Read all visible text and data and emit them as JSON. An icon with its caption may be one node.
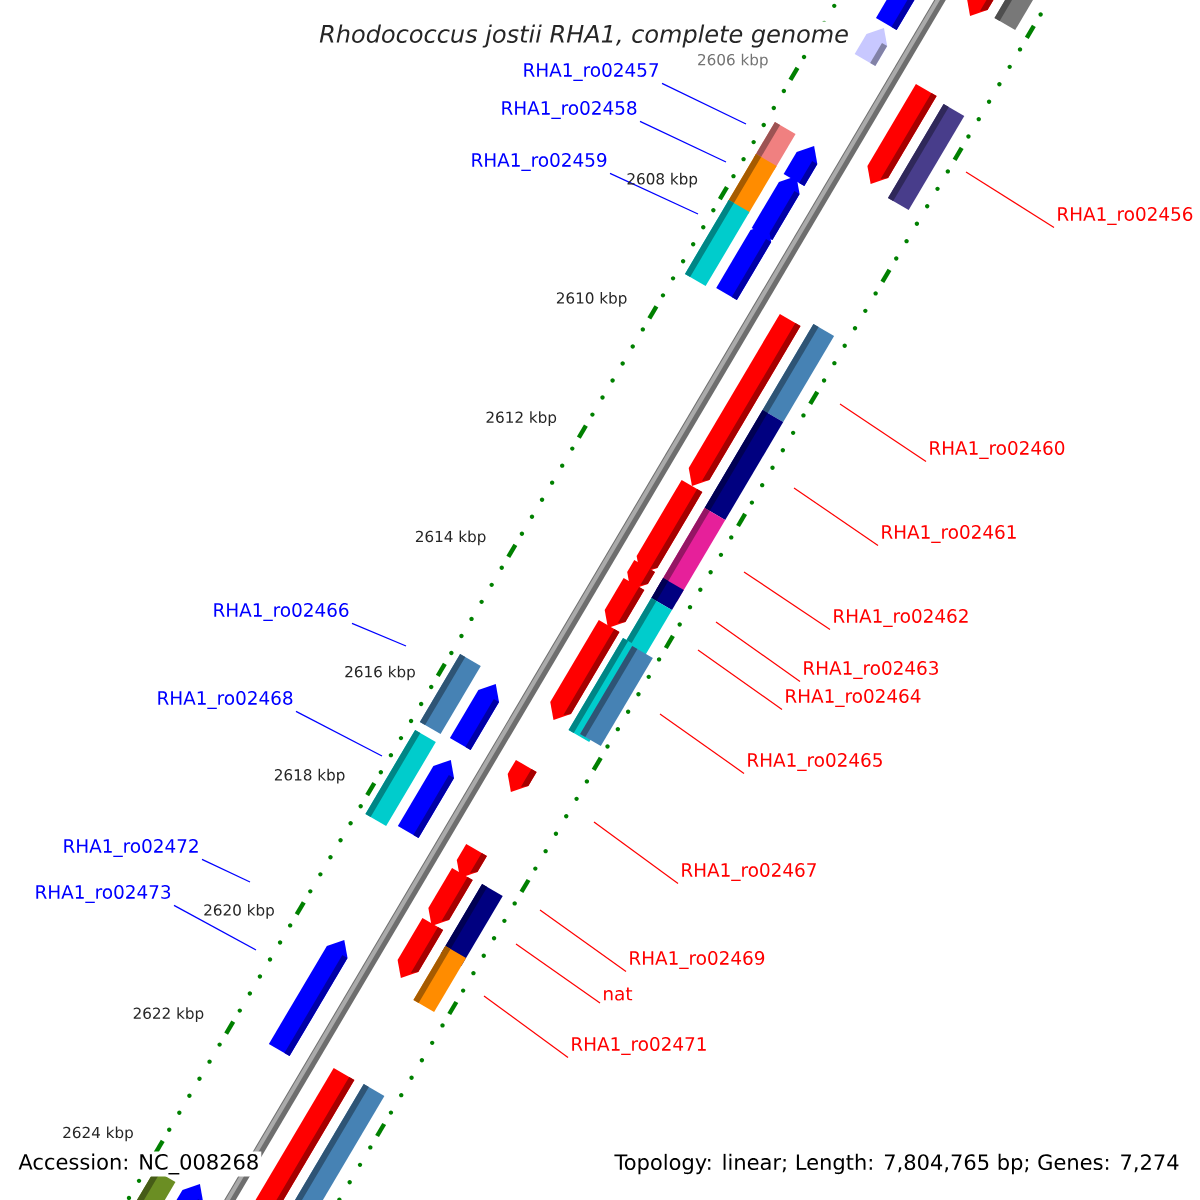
{
  "diagram": {
    "title": "Rhodococcus jostii RHA1, complete genome",
    "nodes": [
      {
        "text": [
          "RHA1_ro02457"
        ]
      },
      {
        "text": [
          "RHA1_ro02458"
        ]
      },
      {
        "text": [
          "RHA1_ro02459"
        ]
      },
      {
        "text": [
          "RHA1_ro02456"
        ]
      },
      {
        "text": [
          "RHA1_ro02460"
        ]
      },
      {
        "text": [
          "RHA1_ro02461"
        ]
      },
      {
        "text": [
          "RHA1_ro02466"
        ]
      },
      {
        "text": [
          "RHA1_ro02462"
        ]
      },
      {
        "text": [
          "RHA1_ro02463"
        ]
      },
      {
        "text": [
          "RHA1_ro02464"
        ]
      },
      {
        "text": [
          "RHA1_ro02468"
        ]
      },
      {
        "text": [
          "RHA1_ro02465"
        ]
      },
      {
        "text": [
          "RHA1_ro02472"
        ]
      },
      {
        "text": [
          "RHA1_ro02467"
        ]
      },
      {
        "text": [
          "RHA1_ro02473"
        ]
      },
      {
        "text": [
          "RHA1_ro02469"
        ]
      },
      {
        "text": [
          "nat"
        ]
      },
      {
        "text": [
          "RHA1_ro02471"
        ]
      }
    ],
    "edges": [
      {
        "from": 0,
        "to": null,
        "arrow": "none",
        "color": "#0000ff"
      },
      {
        "from": 1,
        "to": null,
        "arrow": "none",
        "color": "#0000ff"
      },
      {
        "from": 2,
        "to": null,
        "arrow": "none",
        "color": "#0000ff"
      },
      {
        "from": 3,
        "to": null,
        "arrow": "none",
        "color": "#ff0000"
      },
      {
        "from": 4,
        "to": null,
        "arrow": "none",
        "color": "#ff0000"
      },
      {
        "from": 5,
        "to": null,
        "arrow": "none",
        "color": "#ff0000"
      },
      {
        "from": 6,
        "to": null,
        "arrow": "none",
        "color": "#0000ff"
      },
      {
        "from": 7,
        "to": null,
        "arrow": "none",
        "color": "#ff0000"
      },
      {
        "from": 8,
        "to": null,
        "arrow": "none",
        "color": "#ff0000"
      },
      {
        "from": 9,
        "to": null,
        "arrow": "none",
        "color": "#ff0000"
      },
      {
        "from": 10,
        "to": null,
        "arrow": "none",
        "color": "#0000ff"
      },
      {
        "from": 11,
        "to": null,
        "arrow": "none",
        "color": "#ff0000"
      },
      {
        "from": 12,
        "to": null,
        "arrow": "none",
        "color": "#0000ff"
      },
      {
        "from": 13,
        "to": null,
        "arrow": "none",
        "color": "#ff0000"
      },
      {
        "from": 14,
        "to": null,
        "arrow": "none",
        "color": "#0000ff"
      },
      {
        "from": 15,
        "to": null,
        "arrow": "none",
        "color": "#ff0000"
      },
      {
        "from": 16,
        "to": null,
        "arrow": "none",
        "color": "#ff0000"
      },
      {
        "from": 17,
        "to": null,
        "arrow": "none",
        "color": "#ff0000"
      }
    ],
    "labels": [
      "2606 kbp",
      "2608 kbp",
      "2610 kbp",
      "2612 kbp",
      "2614 kbp",
      "2616 kbp",
      "2618 kbp",
      "2620 kbp",
      "2622 kbp",
      "2624 kbp",
      "Accession: NC_008268",
      "Topology: linear; Length: 7,804,765 bp; Genes: 7,274"
    ]
  }
}
